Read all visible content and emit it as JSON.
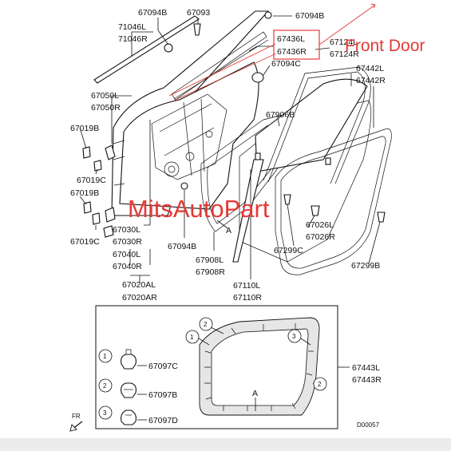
{
  "labels": {
    "l67094B_top": "67094B",
    "l67093": "67093",
    "l67094B_right": "67094B",
    "l71046L": "71046L",
    "l71046R": "71046R",
    "l67436L": "67436L",
    "l67436R": "67436R",
    "l67124L": "67124L",
    "l67124R": "67124R",
    "l67094C": "67094C",
    "l67442L": "67442L",
    "l67442R": "67442R",
    "l67050L": "67050L",
    "l67050R": "67050R",
    "l67019B_a": "67019B",
    "l67906B": "67906B",
    "l67019C_a": "67019C",
    "l67019B_b": "67019B",
    "l67019C_b": "67019C",
    "l67030L": "67030L",
    "l67030R": "67030R",
    "l67040L": "67040L",
    "l67040R": "67040R",
    "l67020AL": "67020AL",
    "l67020AR": "67020AR",
    "l67094B_mid": "67094B",
    "lA_main": "A",
    "l67908L": "67908L",
    "l67908R": "67908R",
    "l67110L": "67110L",
    "l67110R": "67110R",
    "l67026L": "67026L",
    "l67026R": "67026R",
    "l67299C": "67299C",
    "l67299B": "67299B",
    "l67097C": "67097C",
    "l67097B": "67097B",
    "l67097D": "67097D",
    "l67443L": "67443L",
    "l67443R": "67443R",
    "lA_inset": "A",
    "fr": "FR",
    "code": "D00057"
  },
  "callouts": {
    "c1": "1",
    "c2": "2",
    "c3": "3"
  },
  "annotation": {
    "text": "Front Door",
    "color": "#e53935"
  },
  "watermark": {
    "text": "MitsAutoPart",
    "color": "#e53935"
  },
  "colors": {
    "line": "#111111",
    "background": "#ffffff",
    "highlight": "#e53935",
    "bottom_band": "#ececec"
  }
}
